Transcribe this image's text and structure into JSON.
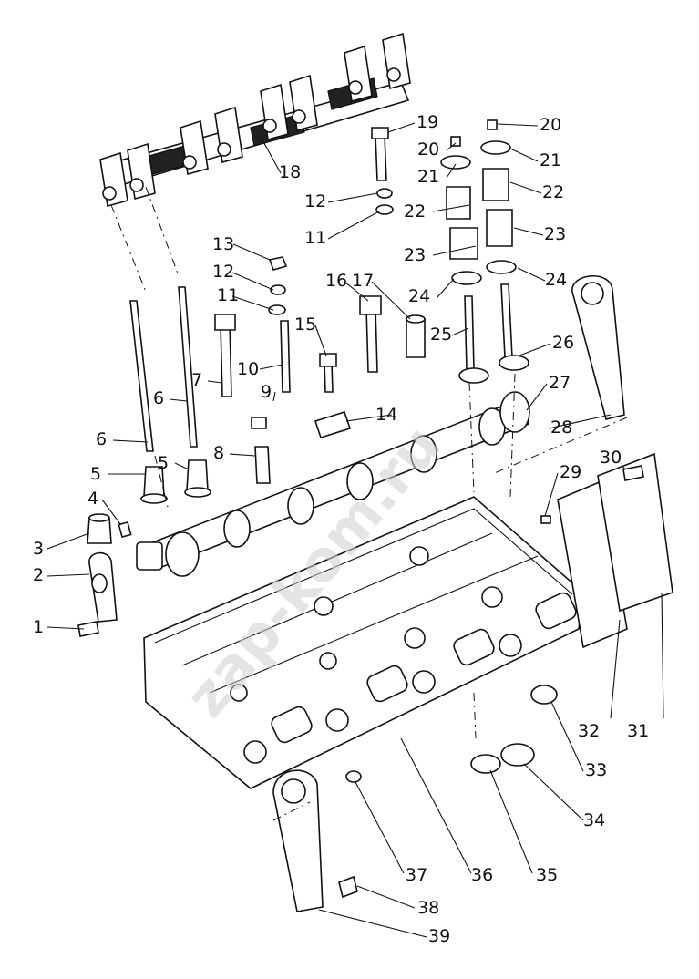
{
  "diagram": {
    "watermark": "zap-kom.ru",
    "labels": [
      "1",
      "2",
      "3",
      "4",
      "5",
      "5",
      "6",
      "6",
      "7",
      "8",
      "9",
      "10",
      "11",
      "11",
      "12",
      "12",
      "13",
      "14",
      "15",
      "16",
      "17",
      "18",
      "19",
      "20",
      "20",
      "21",
      "21",
      "22",
      "22",
      "23",
      "23",
      "24",
      "24",
      "25",
      "26",
      "27",
      "28",
      "29",
      "30",
      "31",
      "32",
      "33",
      "34",
      "35",
      "36",
      "37",
      "38",
      "39"
    ]
  }
}
